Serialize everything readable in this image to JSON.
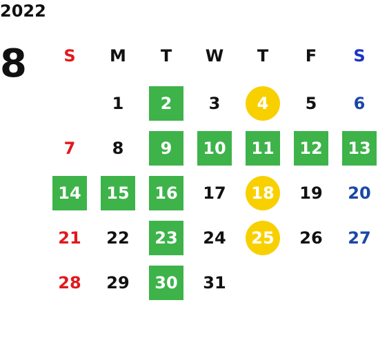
{
  "calendar": {
    "year": "2022",
    "month": "8",
    "weekdays": [
      "S",
      "M",
      "T",
      "W",
      "T",
      "F",
      "S"
    ],
    "days": [
      {
        "day": "1",
        "col": 1,
        "row": 0,
        "mark": "none"
      },
      {
        "day": "2",
        "col": 2,
        "row": 0,
        "mark": "green"
      },
      {
        "day": "3",
        "col": 3,
        "row": 0,
        "mark": "none"
      },
      {
        "day": "4",
        "col": 4,
        "row": 0,
        "mark": "yellow"
      },
      {
        "day": "5",
        "col": 5,
        "row": 0,
        "mark": "none"
      },
      {
        "day": "6",
        "col": 6,
        "row": 0,
        "mark": "none"
      },
      {
        "day": "7",
        "col": 0,
        "row": 1,
        "mark": "none"
      },
      {
        "day": "8",
        "col": 1,
        "row": 1,
        "mark": "none"
      },
      {
        "day": "9",
        "col": 2,
        "row": 1,
        "mark": "green"
      },
      {
        "day": "10",
        "col": 3,
        "row": 1,
        "mark": "green"
      },
      {
        "day": "11",
        "col": 4,
        "row": 1,
        "mark": "green"
      },
      {
        "day": "12",
        "col": 5,
        "row": 1,
        "mark": "green"
      },
      {
        "day": "13",
        "col": 6,
        "row": 1,
        "mark": "green"
      },
      {
        "day": "14",
        "col": 0,
        "row": 2,
        "mark": "green"
      },
      {
        "day": "15",
        "col": 1,
        "row": 2,
        "mark": "green"
      },
      {
        "day": "16",
        "col": 2,
        "row": 2,
        "mark": "green"
      },
      {
        "day": "17",
        "col": 3,
        "row": 2,
        "mark": "none"
      },
      {
        "day": "18",
        "col": 4,
        "row": 2,
        "mark": "yellow"
      },
      {
        "day": "19",
        "col": 5,
        "row": 2,
        "mark": "none"
      },
      {
        "day": "20",
        "col": 6,
        "row": 2,
        "mark": "none"
      },
      {
        "day": "21",
        "col": 0,
        "row": 3,
        "mark": "none"
      },
      {
        "day": "22",
        "col": 1,
        "row": 3,
        "mark": "none"
      },
      {
        "day": "23",
        "col": 2,
        "row": 3,
        "mark": "green"
      },
      {
        "day": "24",
        "col": 3,
        "row": 3,
        "mark": "none"
      },
      {
        "day": "25",
        "col": 4,
        "row": 3,
        "mark": "yellow"
      },
      {
        "day": "26",
        "col": 5,
        "row": 3,
        "mark": "none"
      },
      {
        "day": "27",
        "col": 6,
        "row": 3,
        "mark": "none"
      },
      {
        "day": "28",
        "col": 0,
        "row": 4,
        "mark": "none"
      },
      {
        "day": "29",
        "col": 1,
        "row": 4,
        "mark": "none"
      },
      {
        "day": "30",
        "col": 2,
        "row": 4,
        "mark": "green"
      },
      {
        "day": "31",
        "col": 3,
        "row": 4,
        "mark": "none"
      }
    ]
  },
  "colors": {
    "green": "#3db34a",
    "yellow": "#f8d000",
    "sunday": "#e0191d",
    "saturday_header": "#1a32c6",
    "saturday_day": "#1a47a8"
  }
}
